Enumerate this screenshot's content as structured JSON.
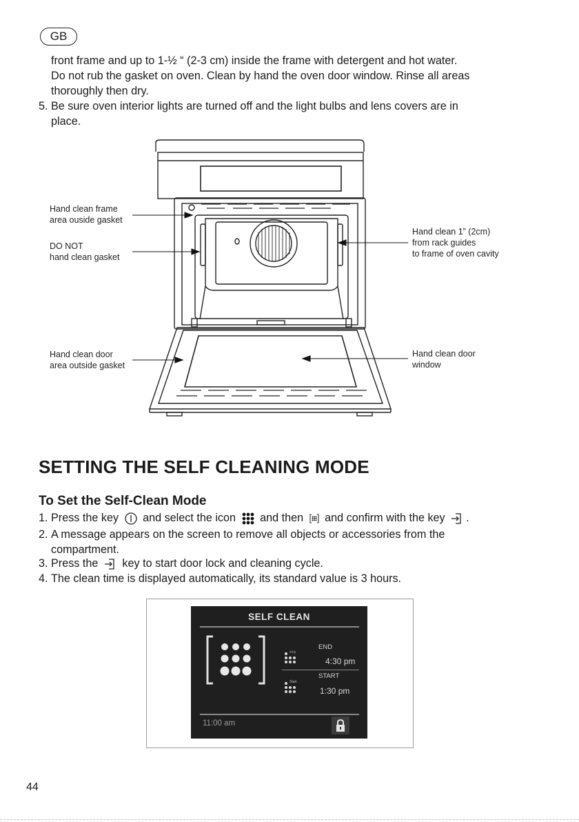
{
  "header": {
    "lang_badge": "GB"
  },
  "intro": {
    "para4_line1": "front frame and up to 1-½ “ (2-3 cm) inside the frame with detergent and hot water.",
    "para4_line2": "Do not rub the gasket on oven. Clean by hand the oven door window. Rinse all areas",
    "para4_line3": "thoroughly then dry.",
    "item5_num": "5.",
    "item5_line1": "Be sure oven interior lights are turned off and the light bulbs and lens covers are in",
    "item5_line2": "place."
  },
  "diagram": {
    "label_frame_l1": "Hand clean frame",
    "label_frame_l2": "area ouside gasket",
    "label_gasket_l1": "DO NOT",
    "label_gasket_l2": "hand clean gasket",
    "label_rack_l1": "Hand clean 1” (2cm)",
    "label_rack_l2": "from rack guides",
    "label_rack_l3": "to frame of oven cavity",
    "label_door_l1": "Hand clean door",
    "label_door_l2": "area outside gasket",
    "label_window_l1": "Hand clean door",
    "label_window_l2": "window"
  },
  "section": {
    "title": "SETTING THE SELF CLEANING MODE",
    "subtitle": "To Set the Self-Clean Mode",
    "step1_num": "1.",
    "step1_a": "Press the key",
    "step1_b": "and select the icon",
    "step1_c": "and then",
    "step1_d": "and confirm with the key",
    "step1_e": ".",
    "step2_num": "2.",
    "step2_line1": "A  message  appears  on  the  screen  to  remove  all  objects  or  accessories  from  the",
    "step2_line2": "compartment.",
    "step3_num": "3.",
    "step3_a": "Press the",
    "step3_b": "key to start door lock and cleaning cycle.",
    "step4_num": "4.",
    "step4_text": "The clean time is displayed automatically, its standard value is 3 hours."
  },
  "display": {
    "title": "SELF CLEAN",
    "end_label": "END",
    "end_time": "4:30 pm",
    "start_label": "START",
    "start_time": "1:30 pm",
    "stop_tag": "stop",
    "start_tag": "Start",
    "clock": "11:00 am",
    "lock_icon": "lock-icon"
  },
  "footer": {
    "page_number": "44"
  }
}
